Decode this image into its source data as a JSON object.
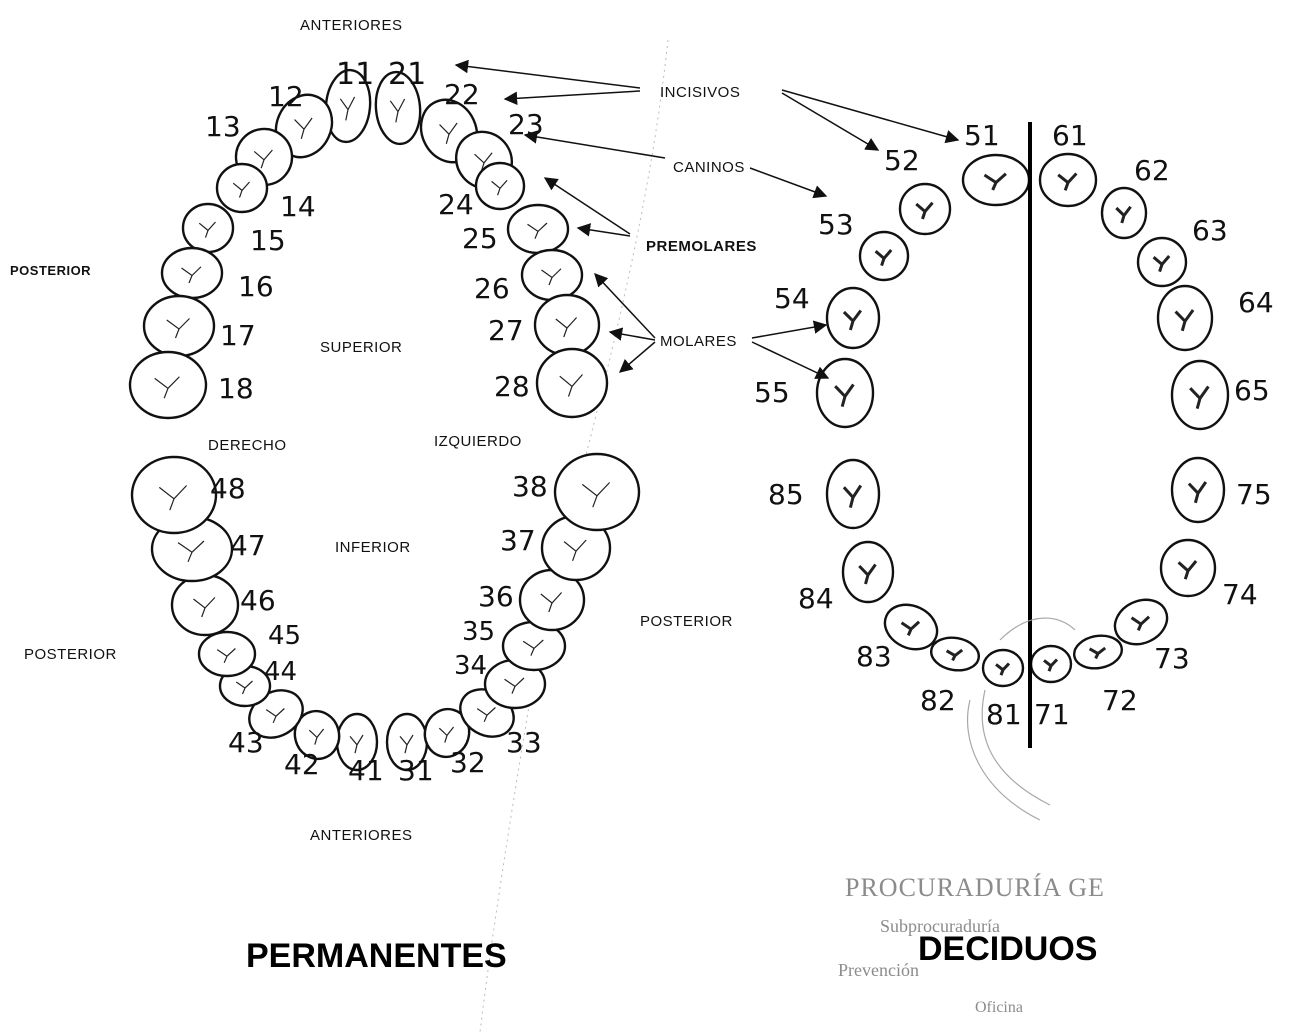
{
  "labels": {
    "anteriores_top": "ANTERIORES",
    "anteriores_bottom": "ANTERIORES",
    "incisivos": "INCISIVOS",
    "caninos": "CANINOS",
    "premolares": "PREMOLARES",
    "molares": "MOLARES",
    "posterior_left_upper": "POSTERIOR",
    "posterior_left_lower": "POSTERIOR",
    "posterior_middle": "POSTERIOR",
    "superior": "SUPERIOR",
    "inferior": "INFERIOR",
    "derecho": "DERECHO",
    "izquierdo": "IZQUIERDO"
  },
  "titles": {
    "permanentes": "PERMANENTES",
    "deciduos": "DECIDUOS"
  },
  "stamp": {
    "line1": "PROCURADURÍA GE",
    "line2": "Subprocuraduría",
    "line3": "Prevención",
    "line4": "Oficina"
  },
  "permanent_teeth": [
    "11",
    "12",
    "13",
    "14",
    "15",
    "16",
    "17",
    "18",
    "21",
    "22",
    "23",
    "24",
    "25",
    "26",
    "27",
    "28",
    "31",
    "32",
    "33",
    "34",
    "35",
    "36",
    "37",
    "38",
    "41",
    "42",
    "43",
    "44",
    "45",
    "46",
    "47",
    "48"
  ],
  "deciduous_teeth": [
    "51",
    "52",
    "53",
    "54",
    "55",
    "61",
    "62",
    "63",
    "64",
    "65",
    "71",
    "72",
    "73",
    "74",
    "75",
    "81",
    "82",
    "83",
    "84",
    "85"
  ]
}
